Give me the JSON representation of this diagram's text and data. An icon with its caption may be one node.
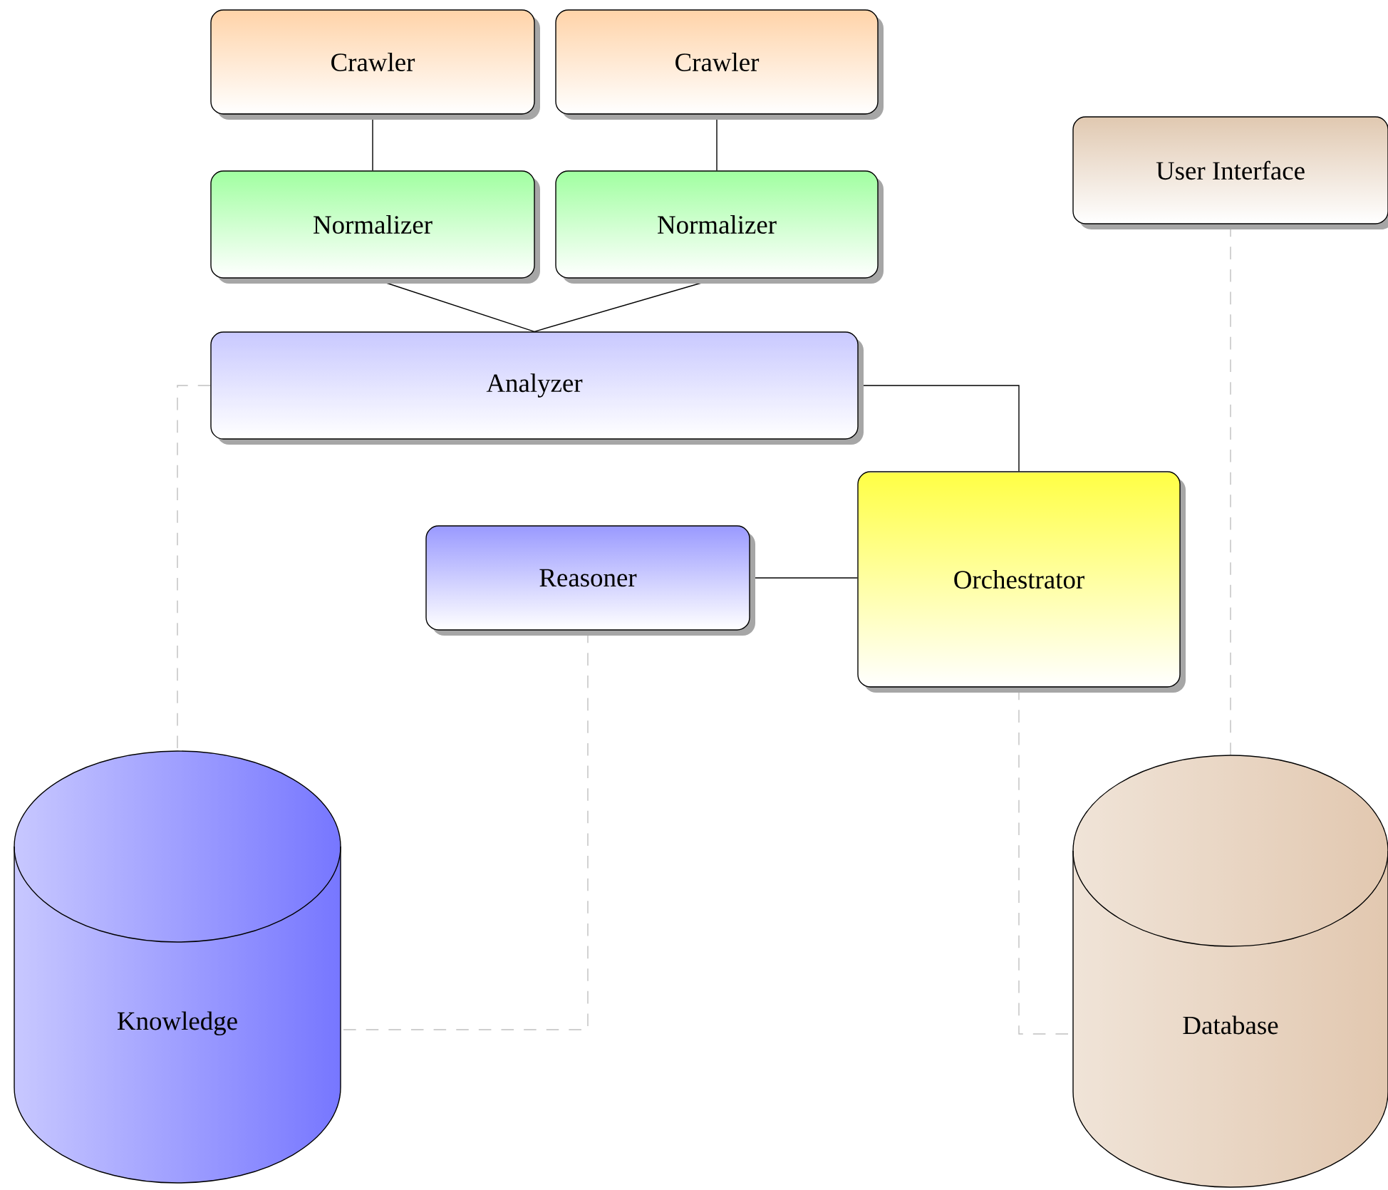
{
  "diagram": {
    "nodes": [
      {
        "text": [
          "Crawler"
        ]
      },
      {
        "text": [
          "Crawler"
        ]
      },
      {
        "text": [
          "User Interface"
        ]
      },
      {
        "text": [
          "Normalizer"
        ]
      },
      {
        "text": [
          "Normalizer"
        ]
      },
      {
        "text": [
          "Analyzer"
        ]
      },
      {
        "text": [
          "Reasoner"
        ]
      },
      {
        "text": [
          "Orchestrator"
        ]
      },
      {
        "text": [
          "Knowledge"
        ]
      },
      {
        "text": [
          "Database"
        ]
      }
    ],
    "edges": [
      {
        "from": 0,
        "to": 3,
        "arrow": "none"
      },
      {
        "from": 1,
        "to": 4,
        "arrow": "none"
      },
      {
        "from": 3,
        "to": 5,
        "arrow": "none"
      },
      {
        "from": 4,
        "to": 5,
        "arrow": "none"
      },
      {
        "from": 5,
        "to": 7,
        "arrow": "none"
      },
      {
        "from": 6,
        "to": 7,
        "arrow": "none"
      },
      {
        "from": 5,
        "to": 8,
        "arrow": "none",
        "style": "dashed",
        "color": "#c0c0c0"
      },
      {
        "from": 6,
        "to": 8,
        "arrow": "none",
        "style": "dashed",
        "color": "#c0c0c0"
      },
      {
        "from": 7,
        "to": 9,
        "arrow": "none",
        "style": "dashed",
        "color": "#c0c0c0"
      },
      {
        "from": 2,
        "to": 9,
        "arrow": "none",
        "style": "dashed",
        "color": "#c0c0c0"
      }
    ]
  }
}
